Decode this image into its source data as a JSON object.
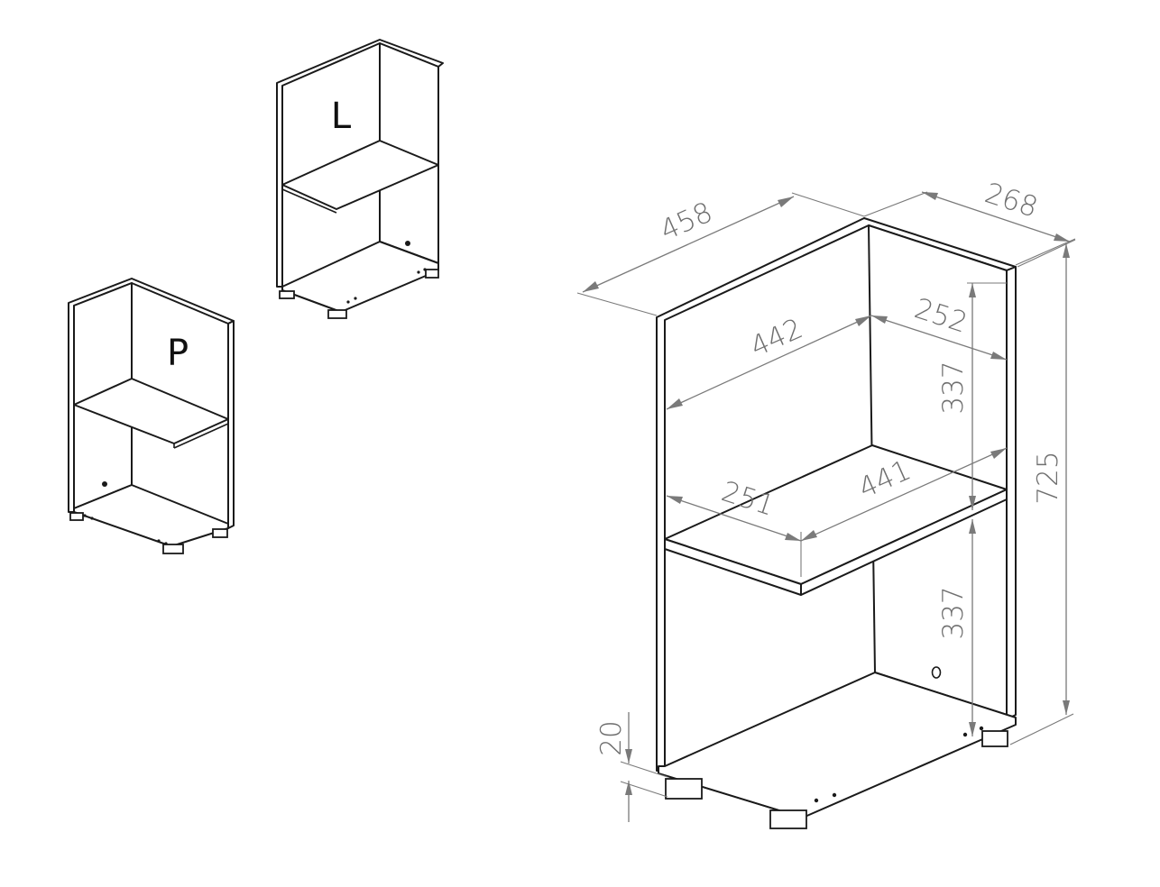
{
  "labels": {
    "left_variant": "L",
    "right_variant": "P"
  },
  "dimensions": {
    "total_width": "458",
    "total_depth": "268",
    "inner_width_top": "442",
    "inner_depth_top": "252",
    "shelf_width": "441",
    "shelf_depth": "251",
    "upper_height": "337",
    "lower_height": "337",
    "total_height": "725",
    "foot_height": "20"
  }
}
